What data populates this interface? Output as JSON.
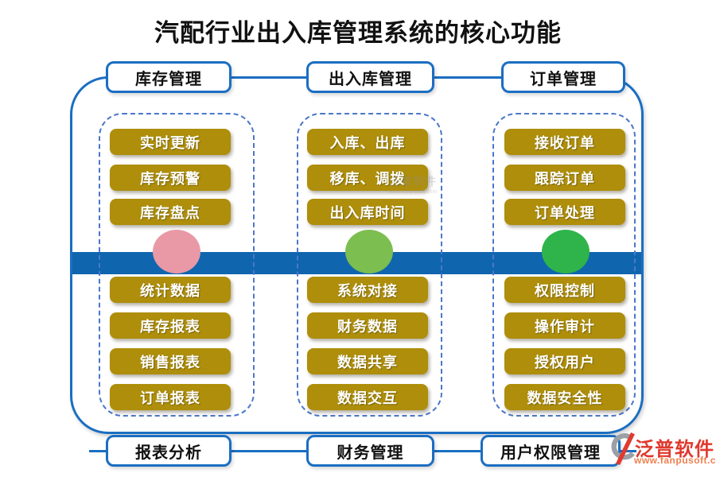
{
  "title": {
    "text": "汽配行业出入库管理系统的核心功能",
    "color": "#111111"
  },
  "columns": [
    {
      "top_label": "库存管理",
      "bottom_label": "报表分析",
      "top_buttons": [
        "实时更新",
        "库存预警",
        "库存盘点"
      ],
      "bottom_buttons": [
        "统计数据",
        "库存报表",
        "销售报表",
        "订单报表"
      ],
      "circle_color": "#E999A6"
    },
    {
      "top_label": "出入库管理",
      "bottom_label": "财务管理",
      "top_buttons": [
        "入库、出库",
        "移库、调拨",
        "出入库时间"
      ],
      "bottom_buttons": [
        "系统对接",
        "财务数据",
        "数据共享",
        "数据交互"
      ],
      "circle_color": "#7CBE4F"
    },
    {
      "top_label": "订单管理",
      "bottom_label": "用户权限管理",
      "top_buttons": [
        "接收订单",
        "跟踪订单",
        "订单处理"
      ],
      "bottom_buttons": [
        "权限控制",
        "操作审计",
        "授权用户",
        "数据安全性"
      ],
      "circle_color": "#2FB44B"
    }
  ],
  "logo": {
    "name": "泛普软件",
    "url": "www.fanpusoft.com",
    "name_color": "#E0392E",
    "url_color": "#F08050"
  },
  "watermark": {
    "name": "泛普软件",
    "url": "www.fanpusoft.com"
  },
  "colors": {
    "frame_border": "#1B6EC2",
    "dashed_border": "#4B77C9",
    "center_bar": "#1065AF",
    "button_fill": "#AE8E0A",
    "button_text": "#FFFFFF",
    "tab_border": "#1B6EC2",
    "title_text": "#111111"
  }
}
